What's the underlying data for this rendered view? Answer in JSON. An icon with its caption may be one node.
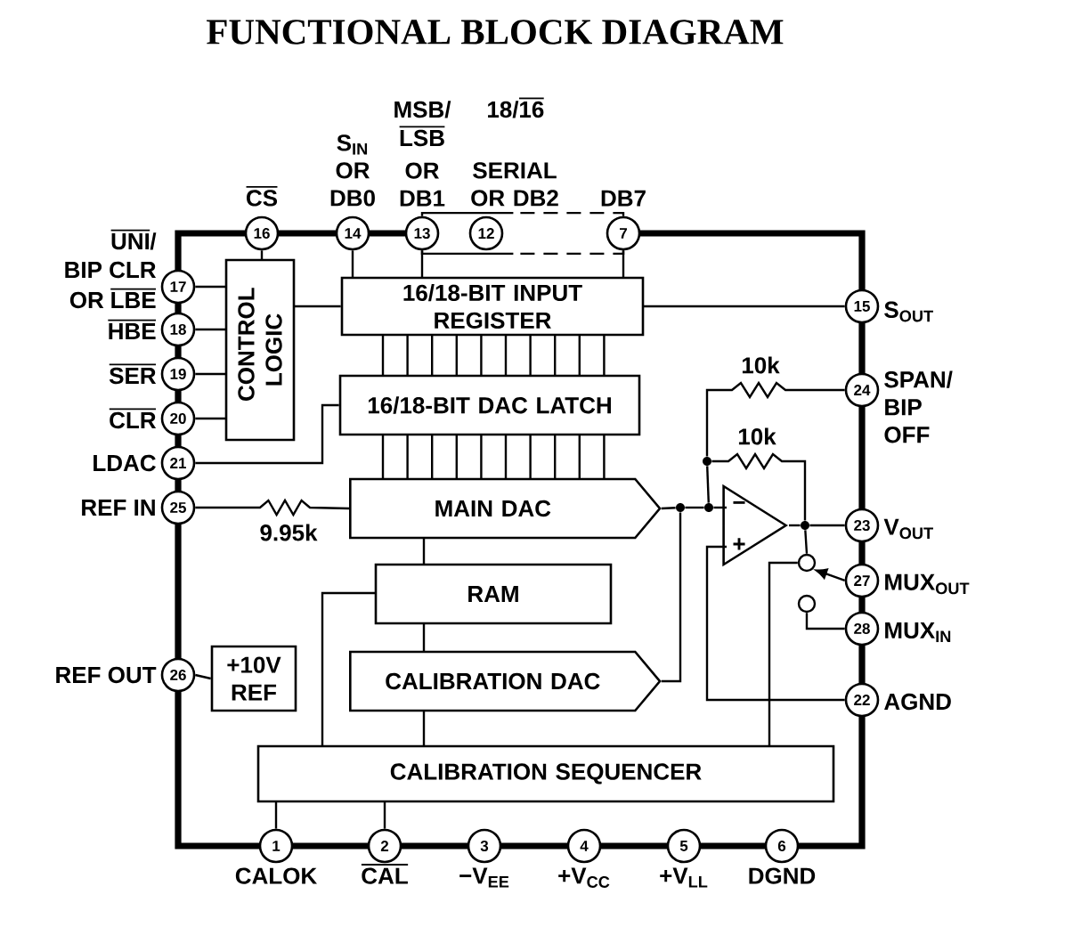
{
  "diagram": {
    "title": "FUNCTIONAL BLOCK DIAGRAM",
    "nodes": [
      {
        "text": [
          "16"
        ],
        "beside": [
          "CS"
        ]
      },
      {
        "text": [
          "14"
        ],
        "beside": [
          "S$_{IN}$ OR DB0"
        ]
      },
      {
        "text": [
          "13"
        ],
        "beside": [
          "MSB/",
          "LSB",
          "OR DB1"
        ]
      },
      {
        "text": [
          "12"
        ],
        "beside": [
          "18/",
          "16",
          "SERIAL OR DB2"
        ]
      },
      {
        "text": [
          "7"
        ],
        "beside": [
          "DB7"
        ]
      },
      {
        "text": [
          "CONTROL LOGIC"
        ]
      },
      {
        "text": [
          "16/18-BIT INPUT REGISTER"
        ]
      },
      {
        "text": [
          "15"
        ],
        "beside": [
          "S$_{OUT}$"
        ]
      },
      {
        "text": [
          "17"
        ],
        "beside": [
          "UNI",
          "/",
          "BIP CLR",
          "OR",
          "LBE"
        ]
      },
      {
        "text": [
          "18"
        ],
        "beside": [
          "HBE"
        ]
      },
      {
        "text": [
          "24"
        ],
        "beside": [
          "SPAN/ BIP OFF"
        ]
      },
      {
        "text": [
          "19"
        ],
        "beside": [
          "SER"
        ]
      },
      {
        "text": [
          "16/18-BIT DAC LATCH"
        ]
      },
      {
        "text": [
          "20"
        ],
        "beside": [
          "CLR"
        ]
      },
      {
        "text": [],
        "shape": "circle"
      },
      {
        "text": [
          "21"
        ],
        "beside": [
          "LDAC"
        ]
      },
      {
        "text": [
          "25"
        ],
        "beside": [
          "REF IN"
        ]
      },
      {
        "text": [
          "MAIN DAC"
        ]
      },
      {
        "text": [],
        "shape": "circle"
      },
      {
        "text": [],
        "shape": "circle"
      },
      {
        "text": [
          "−",
          "+"
        ]
      },
      {
        "text": [],
        "shape": "circle"
      },
      {
        "text": [
          "23"
        ],
        "beside": [
          "V$_{OUT}$"
        ]
      },
      {
        "text": [],
        "shape": "circle"
      },
      {
        "text": [
          "27"
        ],
        "beside": [
          "MUX$_{OUT}$"
        ]
      },
      {
        "text": [
          "RAM"
        ]
      },
      {
        "text": [],
        "shape": "circle"
      },
      {
        "text": [
          "28"
        ],
        "beside": [
          "MUX$_{IN}$"
        ]
      },
      {
        "text": [
          "26"
        ],
        "beside": [
          "REF OUT"
        ]
      },
      {
        "text": [
          "+10V REF"
        ]
      },
      {
        "text": [
          "CALIBRATION DAC"
        ]
      },
      {
        "text": [
          "22"
        ],
        "beside": [
          "AGND"
        ]
      },
      {
        "text": [
          "CALIBRATION SEQUENCER"
        ]
      },
      {
        "text": [
          "1"
        ],
        "beside": [
          "CALOK"
        ]
      },
      {
        "text": [
          "2"
        ],
        "beside": [
          "CAL"
        ]
      },
      {
        "text": [
          "3"
        ],
        "beside": [
          "−V$_{EE}$"
        ]
      },
      {
        "text": [
          "4"
        ],
        "beside": [
          "+V$_{CC}$"
        ]
      },
      {
        "text": [
          "5"
        ],
        "beside": [
          "+V$_{LL}$"
        ]
      },
      {
        "text": [
          "6"
        ],
        "beside": [
          "DGND"
        ]
      }
    ],
    "edges": [
      {
        "from": 0,
        "to": 5,
        "arrow": "none"
      },
      {
        "from": 1,
        "to": 6,
        "arrow": "none"
      },
      {
        "from": 2,
        "to": 6,
        "arrow": "none"
      },
      {
        "from": 4,
        "to": 6,
        "arrow": "none"
      },
      {
        "from": 8,
        "to": 5,
        "arrow": "none"
      },
      {
        "from": 9,
        "to": 5,
        "arrow": "none"
      },
      {
        "from": 11,
        "to": 5,
        "arrow": "none"
      },
      {
        "from": 13,
        "to": 5,
        "arrow": "none"
      },
      {
        "from": 5,
        "to": 6,
        "arrow": "none"
      },
      {
        "from": 6,
        "to": 7,
        "arrow": "none"
      },
      {
        "from": 6,
        "to": 12,
        "arrow": "none"
      },
      {
        "from": 15,
        "to": 12,
        "arrow": "none"
      },
      {
        "from": 12,
        "to": 17,
        "arrow": "none"
      },
      {
        "from": 16,
        "to": 17,
        "arrow": "none",
        "label": "9.95k"
      },
      {
        "from": 17,
        "to": 18,
        "arrow": "none"
      },
      {
        "from": 30,
        "to": 18,
        "arrow": "none"
      },
      {
        "from": 18,
        "to": 19,
        "arrow": "none"
      },
      {
        "from": 19,
        "to": 20,
        "arrow": "none"
      },
      {
        "from": 19,
        "to": 14,
        "arrow": "none"
      },
      {
        "from": 10,
        "to": 14,
        "arrow": "none",
        "label": "10k"
      },
      {
        "from": 14,
        "to": 21,
        "arrow": "none",
        "label": "10k"
      },
      {
        "from": 20,
        "to": 21,
        "arrow": "none"
      },
      {
        "from": 21,
        "to": 22,
        "arrow": "none"
      },
      {
        "from": 21,
        "to": 23,
        "arrow": "none"
      },
      {
        "from": 24,
        "to": 23,
        "arrow": "to"
      },
      {
        "from": 26,
        "to": 27,
        "arrow": "none"
      },
      {
        "from": 32,
        "to": 23,
        "arrow": "none"
      },
      {
        "from": 31,
        "to": 20,
        "arrow": "none"
      },
      {
        "from": 17,
        "to": 25,
        "arrow": "none"
      },
      {
        "from": 25,
        "to": 30,
        "arrow": "none"
      },
      {
        "from": 30,
        "to": 32,
        "arrow": "none"
      },
      {
        "from": 25,
        "to": 32,
        "arrow": "none"
      },
      {
        "from": 32,
        "to": 33,
        "arrow": "none"
      },
      {
        "from": 32,
        "to": 34,
        "arrow": "none"
      },
      {
        "from": 28,
        "to": 29,
        "arrow": "none"
      },
      {
        "from": 2,
        "to": 4,
        "arrow": "none",
        "style": "dashed"
      },
      {
        "from": 2,
        "to": 4,
        "arrow": "none",
        "style": "dashed"
      }
    ]
  }
}
